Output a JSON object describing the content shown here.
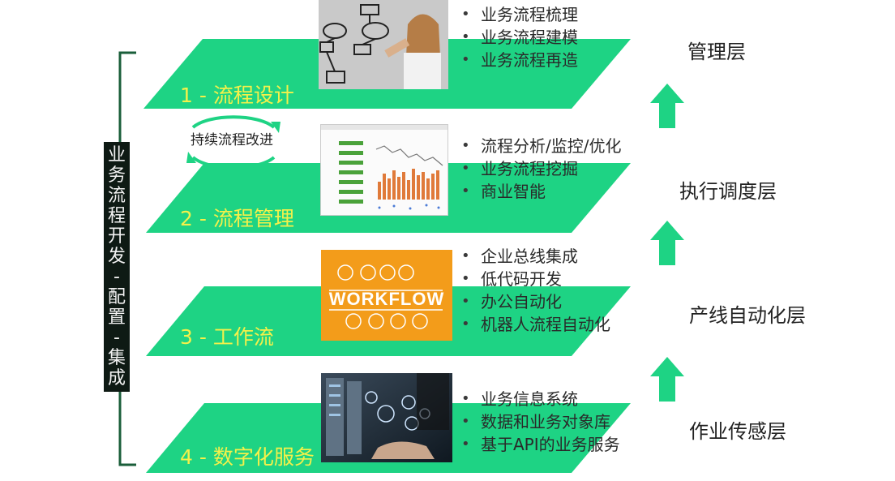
{
  "side_label": [
    "业",
    "务",
    "流",
    "程",
    "开",
    "发",
    "-",
    "配",
    "置",
    "-",
    "集",
    "成"
  ],
  "cycle_label": "持续流程改进",
  "layers": [
    {
      "label": "1 - 流程设计",
      "bullets": [
        "业务流程梳理",
        "业务流程建模",
        "业务流程再造"
      ]
    },
    {
      "label": "2 - 流程管理",
      "bullets": [
        "流程分析/监控/优化",
        "业务流程挖掘",
        "商业智能"
      ]
    },
    {
      "label": "3 - 工作流",
      "bullets": [
        "企业总线集成",
        "低代码开发",
        "办公自动化",
        "机器人流程自动化"
      ]
    },
    {
      "label": "4 - 数字化服务",
      "bullets": [
        "业务信息系统",
        "数据和业务对象库",
        "基于API的业务服务"
      ]
    }
  ],
  "right_labels": [
    "管理层",
    "执行调度层",
    "产线自动化层",
    "作业传感层"
  ],
  "workflow_text": "WORKFLOW",
  "colors": {
    "band": "#1ed384",
    "label": "#f4f14a",
    "arrow": "#1ed384",
    "bracket": "#1a5e3a",
    "workflow_bg": "#f39c1a"
  }
}
